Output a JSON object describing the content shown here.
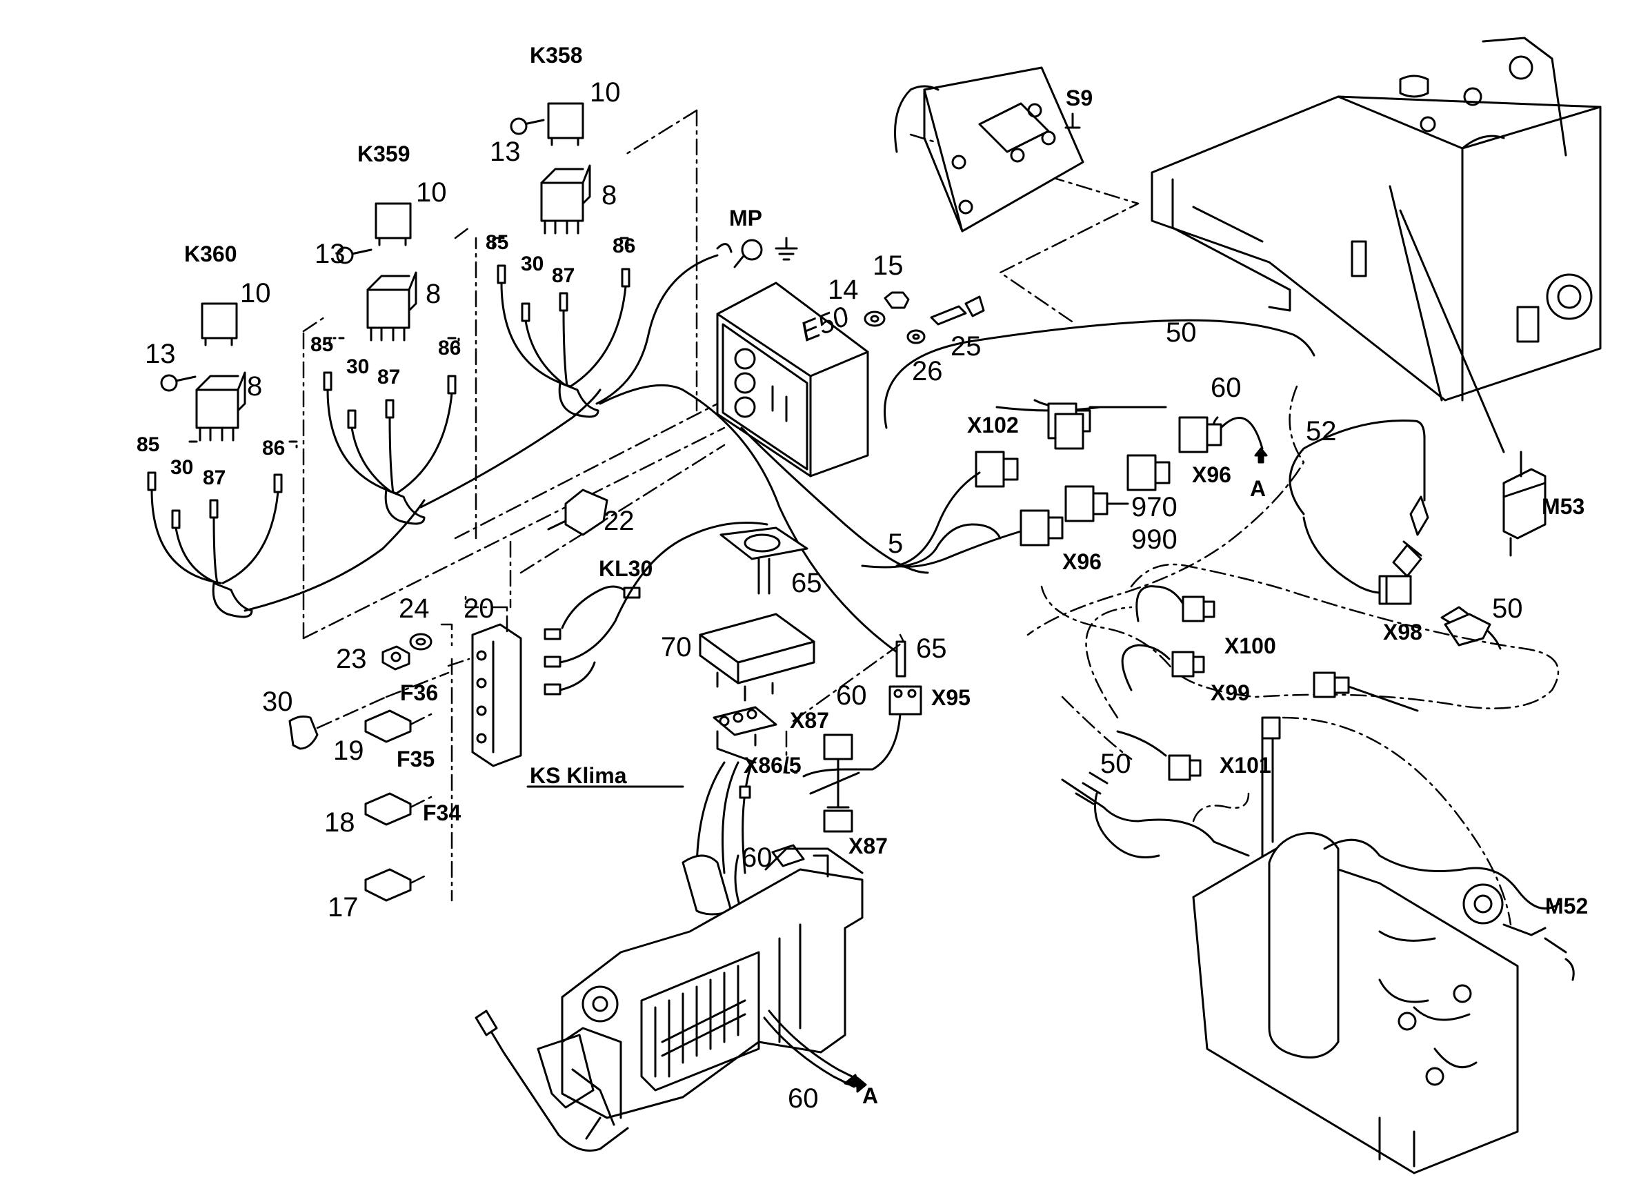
{
  "title": "",
  "colors": {
    "ink": "#000000",
    "paper": "#ffffff"
  },
  "icons": [
    "ground-symbol-icon",
    "arrow-up-icon",
    "arrow-right-icon"
  ],
  "relays": [
    {
      "id": "K358",
      "part": "10",
      "holder": "8",
      "screw": "13",
      "pins": [
        "85",
        "30",
        "87",
        "86"
      ]
    },
    {
      "id": "K359",
      "part": "10",
      "holder": "8",
      "screw": "13",
      "pins": [
        "85",
        "30",
        "87",
        "86"
      ]
    },
    {
      "id": "K360",
      "part": "10",
      "holder": "8",
      "screw": "13",
      "pins": [
        "85",
        "30",
        "87",
        "86"
      ]
    }
  ],
  "fuses": [
    {
      "id": "F36",
      "part": "19"
    },
    {
      "id": "F35",
      "part": "18"
    },
    {
      "id": "F34",
      "part": "17"
    }
  ],
  "misc_parts": {
    "mp": "MP",
    "e50": "E50",
    "s9": "S9",
    "kl30": "KL30",
    "ks_klima": "KS Klima",
    "m52": "M52",
    "m53": "M53",
    "p5": "5",
    "p14": "14",
    "p15": "15",
    "p20": "20",
    "p22": "22",
    "p23": "23",
    "p24": "24",
    "p25": "25",
    "p26": "26",
    "p30": "30",
    "p52": "52",
    "p65a": "65",
    "p65b": "65",
    "p70": "70",
    "p970": "970",
    "p990": "990",
    "p50a": "50",
    "p50b": "50",
    "p50c": "50",
    "p60a": "60",
    "p60b": "60",
    "p60c": "60",
    "p60d": "60"
  },
  "connectors": {
    "x102": "X102",
    "x96a": "X96",
    "x96b": "X96",
    "x98": "X98",
    "x100": "X100",
    "x99": "X99",
    "x101": "X101",
    "x95": "X95",
    "x87a": "X87",
    "x87b": "X87",
    "x86_5": "X86/5"
  },
  "arrows": {
    "a_up": "A",
    "a_right": "A"
  }
}
